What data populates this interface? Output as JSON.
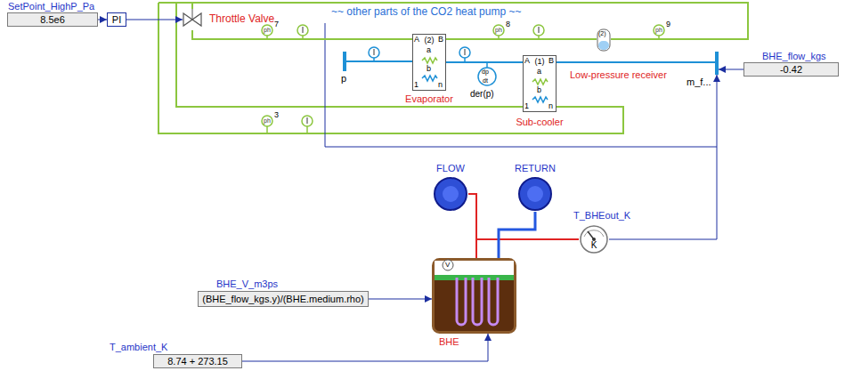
{
  "diagram": {
    "nodes": [
      {
        "text": [
          "SetPoint_HighP_Pa",
          "8.5e6"
        ]
      },
      {
        "text": [
          "PI"
        ]
      },
      {
        "text": [
          "Throttle Valve"
        ]
      },
      {
        "text": [
          "p"
        ]
      },
      {
        "text": [
          "(2)",
          "Evaporator"
        ]
      },
      {
        "text": [
          "(1)",
          "Sub-cooler"
        ]
      },
      {
        "text": [
          "(2)",
          "Low-pressure receiver"
        ]
      },
      {
        "text": [
          "m_f..."
        ]
      },
      {
        "text": [
          "BHE_flow_kgs",
          "-0.42"
        ]
      },
      {
        "text": [
          "FLOW"
        ]
      },
      {
        "text": [
          "RETURN"
        ]
      },
      {
        "text": [
          "T_BHEout_K",
          "K"
        ]
      },
      {
        "text": [
          "BHE_V_m3ps",
          "(BHE_flow_kgs.y)/(BHE.medium.rho)"
        ]
      },
      {
        "text": [
          "BHE"
        ]
      },
      {
        "text": [
          "T_ambient_K",
          "8.74 + 273.15"
        ]
      }
    ],
    "edges": [
      {
        "from": 0,
        "to": 1,
        "arrow": "to"
      },
      {
        "from": 1,
        "to": 2,
        "arrow": "to"
      },
      {
        "from": 3,
        "to": 4,
        "arrow": "none"
      },
      {
        "from": 4,
        "to": 5,
        "arrow": "none"
      },
      {
        "from": 5,
        "to": 7,
        "arrow": "none"
      },
      {
        "from": 8,
        "to": 7,
        "arrow": "to"
      },
      {
        "from": 11,
        "to": 7,
        "arrow": "to"
      },
      {
        "from": 13,
        "to": 9,
        "arrow": "none"
      },
      {
        "from": 13,
        "to": 11,
        "arrow": "none"
      },
      {
        "from": 10,
        "to": 13,
        "arrow": "none"
      },
      {
        "from": 12,
        "to": 13,
        "arrow": "to"
      },
      {
        "from": 14,
        "to": 13,
        "arrow": "to"
      },
      {
        "from": 2,
        "to": 4,
        "arrow": "none"
      },
      {
        "from": 4,
        "to": 6,
        "arrow": "none"
      }
    ],
    "labels": [
      "~~ other parts of the CO2 heat pump ~~",
      "A",
      "B",
      "a",
      "b",
      "1",
      "n",
      "A",
      "B",
      "a",
      "b",
      "1",
      "n",
      "dp",
      "dt",
      "der(p)",
      "ph",
      "7",
      "ph",
      "8",
      "ph",
      "9",
      "ph",
      "3",
      "V"
    ]
  }
}
